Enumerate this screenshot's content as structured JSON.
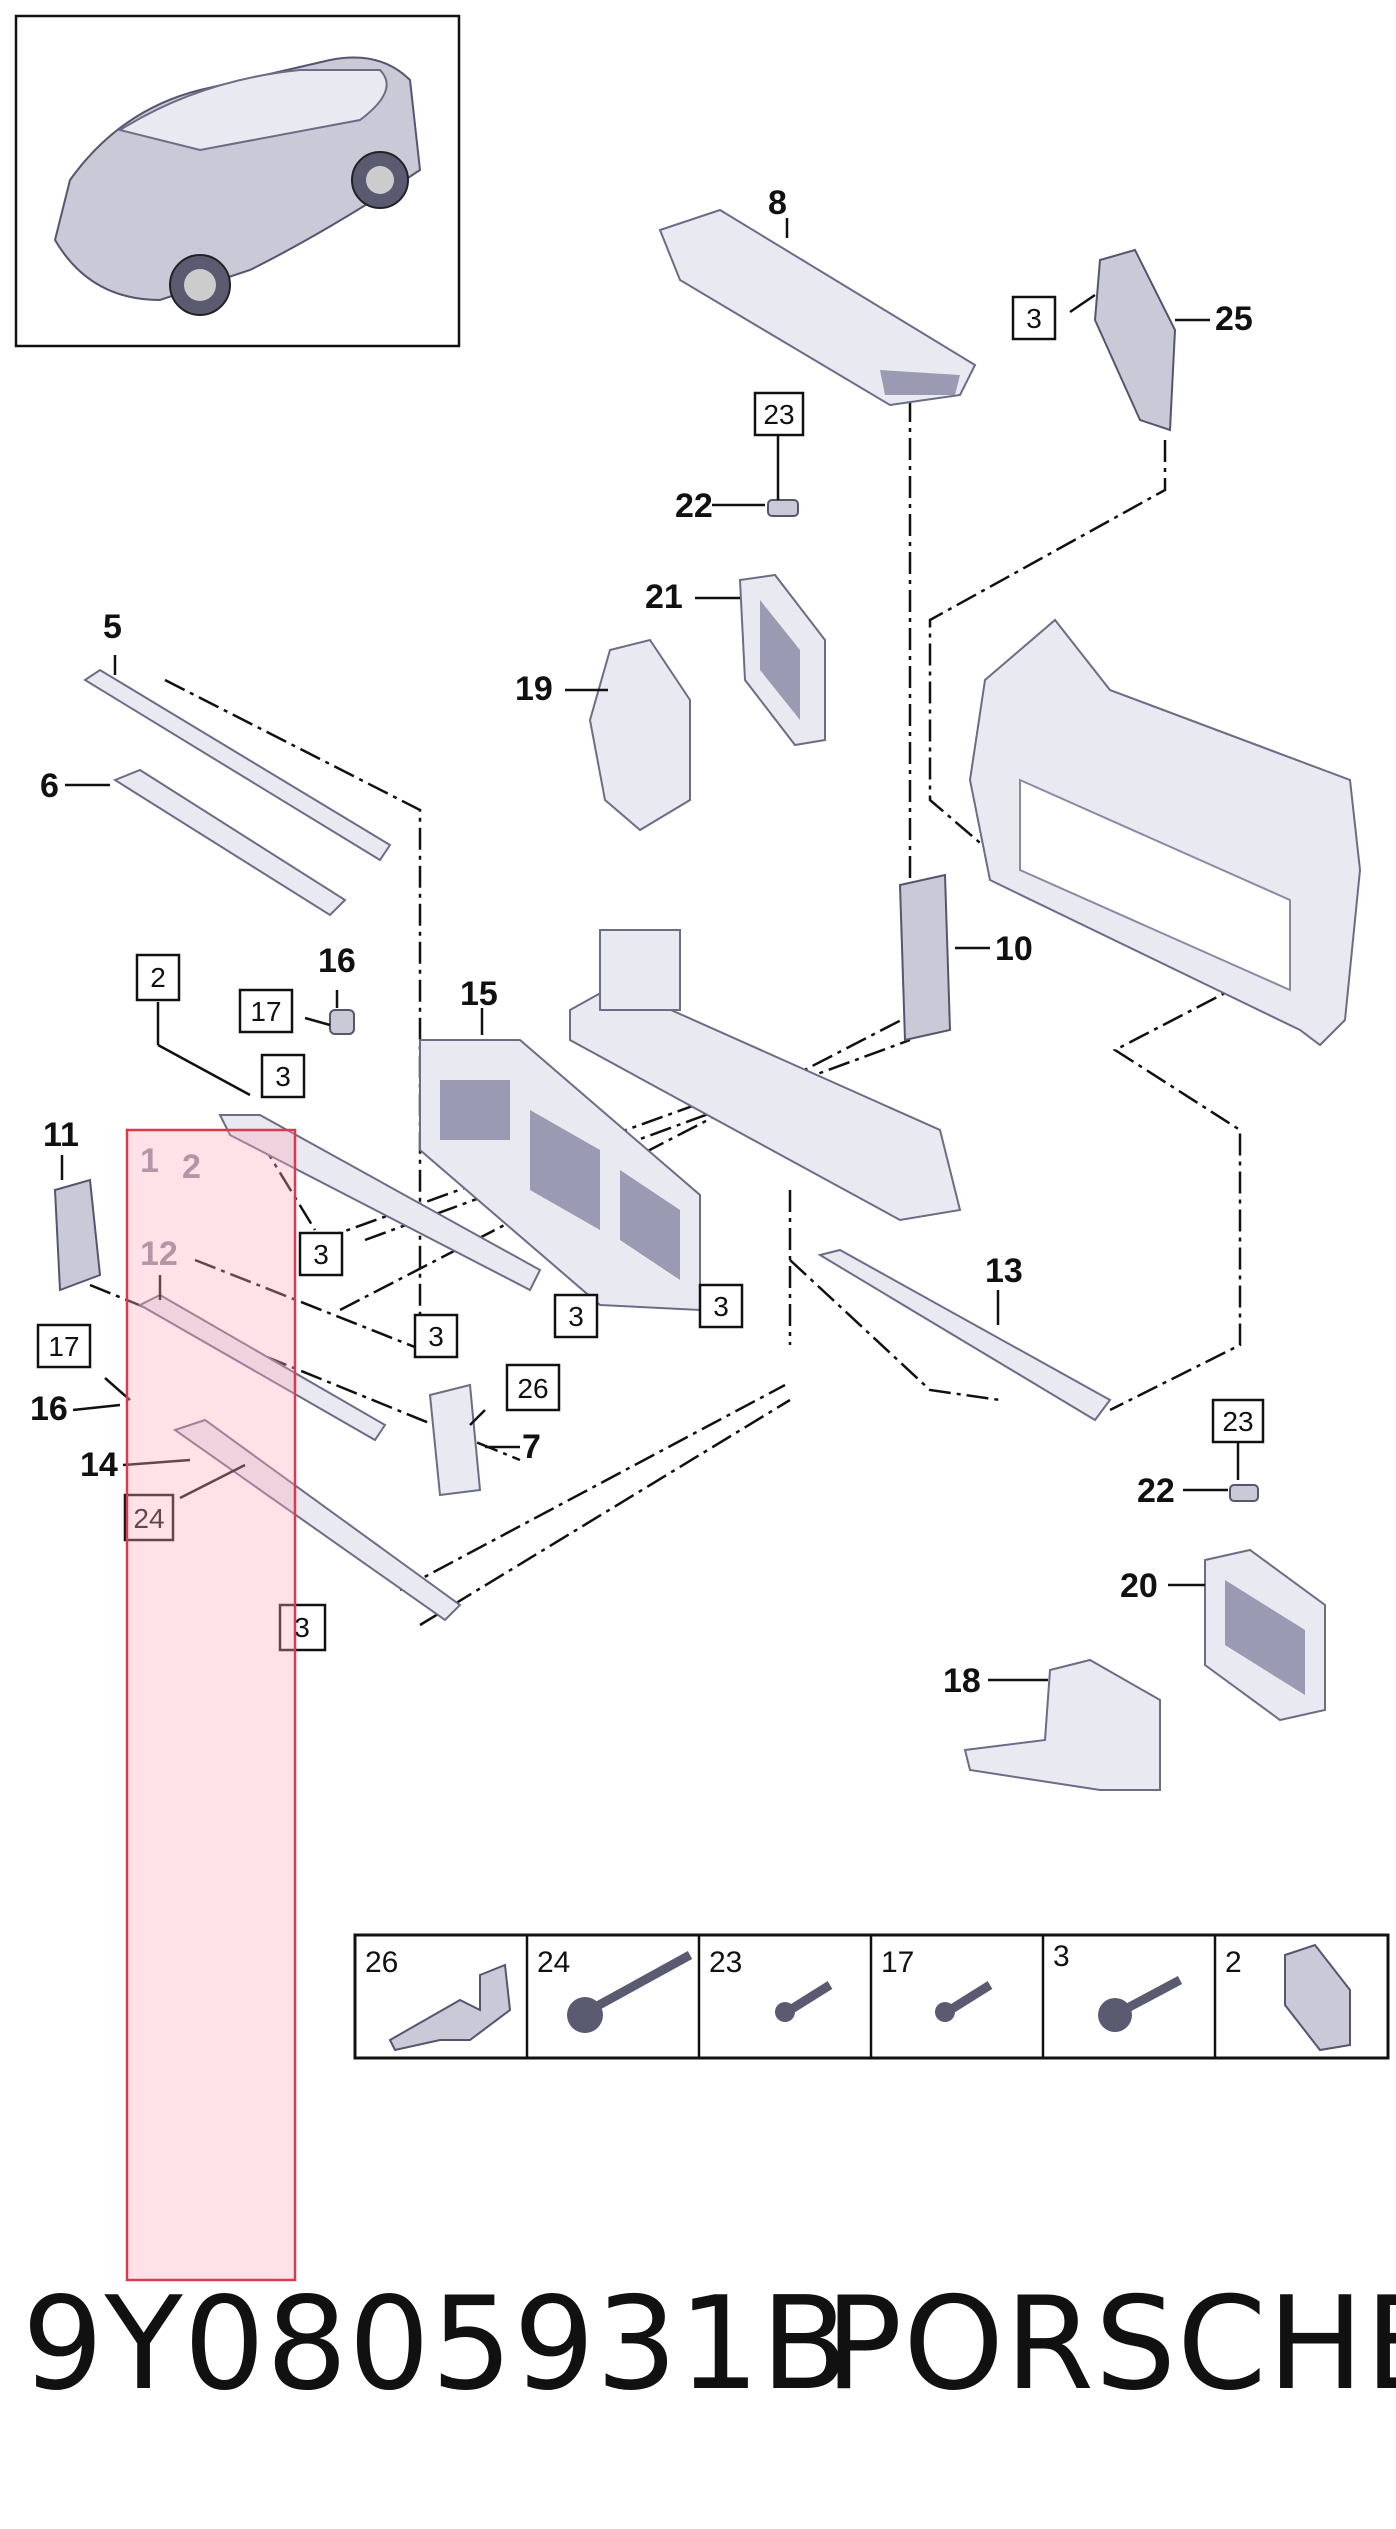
{
  "diagram": {
    "callouts": [
      "1",
      "2",
      "5",
      "6",
      "7",
      "8",
      "10",
      "11",
      "12",
      "13",
      "14",
      "15",
      "16",
      "16",
      "18",
      "19",
      "20",
      "21",
      "22",
      "22",
      "25"
    ],
    "boxed_refs": [
      "2",
      "3",
      "3",
      "3",
      "3",
      "3",
      "3",
      "3",
      "17",
      "17",
      "23",
      "23",
      "24",
      "26"
    ],
    "fastener_table": [
      "26",
      "24",
      "23",
      "17",
      "3",
      "2"
    ]
  },
  "footer": {
    "part_number": "9Y0805931B",
    "brand": "PORSCHE"
  },
  "colors": {
    "highlight_fill": "#ffdbe3",
    "highlight_border": "#d83b4e",
    "part_fill": "#e9e9f1",
    "part_stroke": "#6c6c84"
  }
}
